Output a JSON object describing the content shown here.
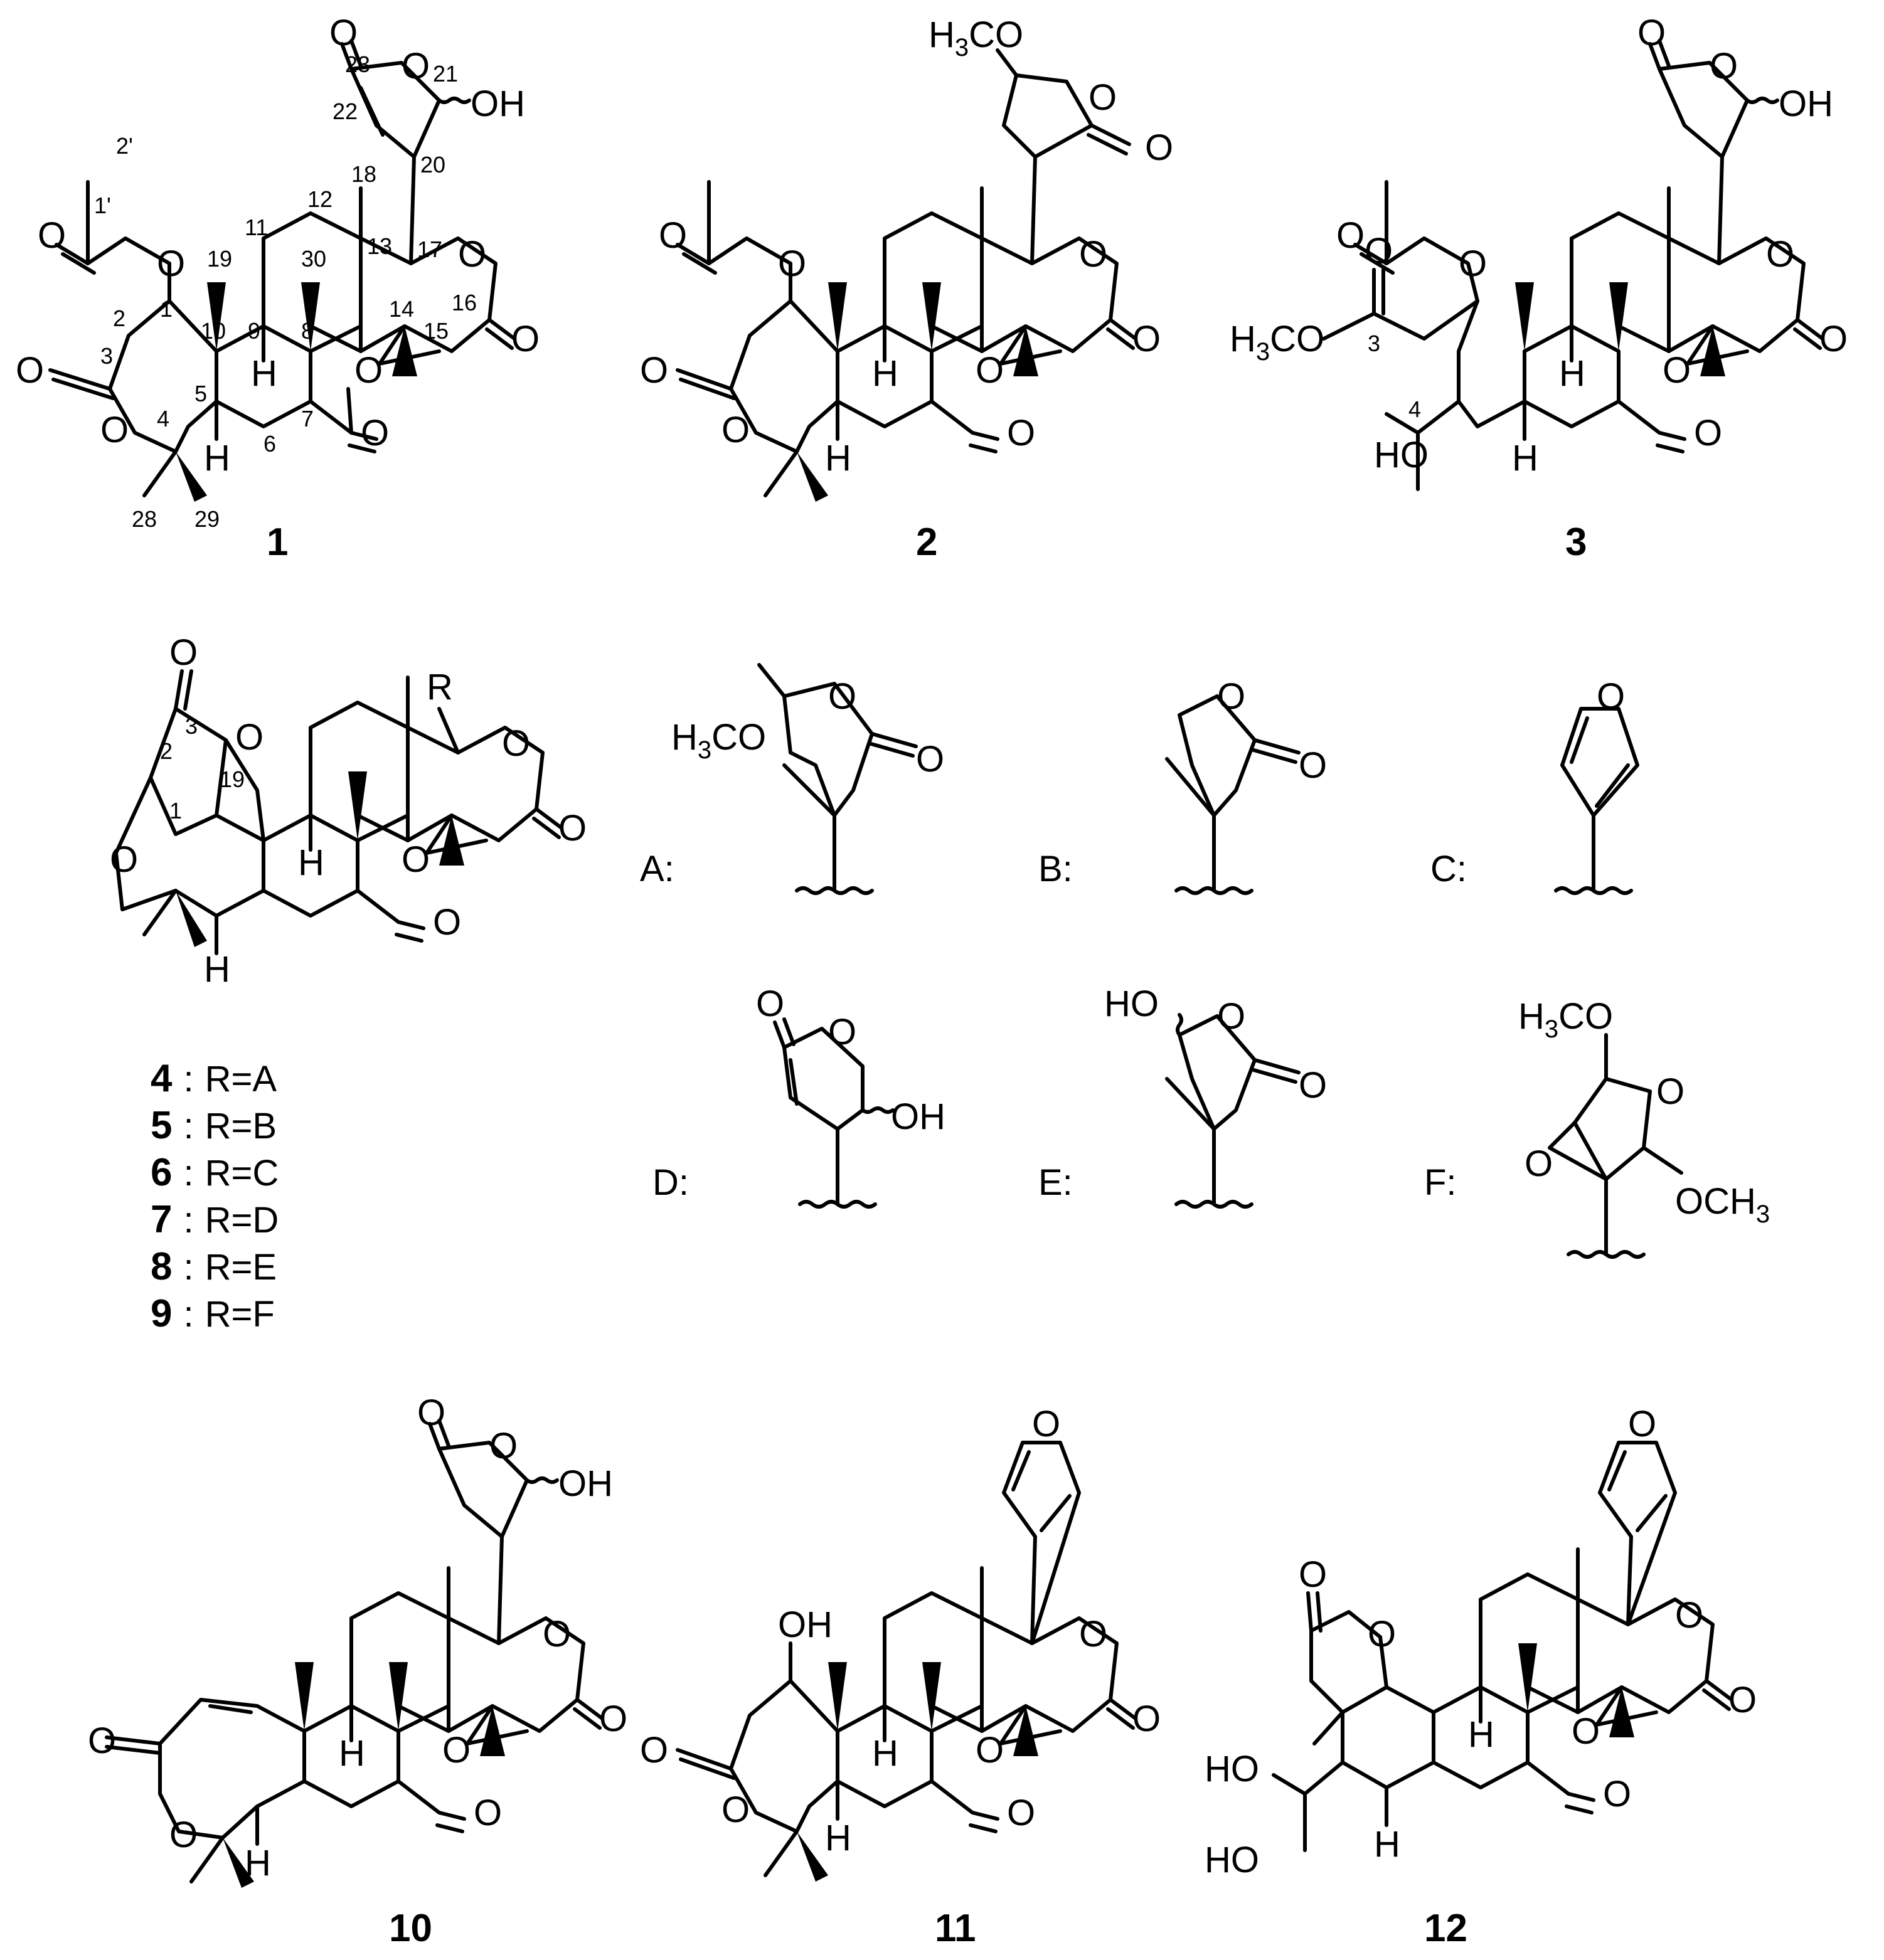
{
  "compounds": [
    {
      "id": "1"
    },
    {
      "id": "2"
    },
    {
      "id": "3"
    },
    {
      "id": "10"
    },
    {
      "id": "11"
    },
    {
      "id": "12"
    }
  ],
  "series_4_9": {
    "entries": [
      {
        "id": "4",
        "sep": ":",
        "assign": "R=A"
      },
      {
        "id": "5",
        "sep": ":",
        "assign": "R=B"
      },
      {
        "id": "6",
        "sep": ":",
        "assign": "R=C"
      },
      {
        "id": "7",
        "sep": ":",
        "assign": "R=D"
      },
      {
        "id": "8",
        "sep": ":",
        "assign": "R=E"
      },
      {
        "id": "9",
        "sep": ":",
        "assign": "R=F"
      }
    ],
    "r_label": "R"
  },
  "substituents": [
    {
      "label": "A:"
    },
    {
      "label": "B:"
    },
    {
      "label": "C:"
    },
    {
      "label": "D:"
    },
    {
      "label": "E:"
    },
    {
      "label": "F:"
    }
  ],
  "atoms": {
    "O": "O",
    "H": "H",
    "OH": "OH",
    "HO": "HO",
    "H3CO_main": "H",
    "H3CO_sub": "3",
    "H3CO_tail": "CO",
    "OCH3_head": "OCH",
    "OCH3_sub": "3"
  },
  "compound1_numbering": [
    "2'",
    "1'",
    "19",
    "1",
    "2",
    "3",
    "4",
    "5",
    "6",
    "7",
    "8",
    "9",
    "10",
    "11",
    "12",
    "13",
    "14",
    "15",
    "16",
    "17",
    "18",
    "20",
    "21",
    "22",
    "23",
    "28",
    "29",
    "30"
  ],
  "compound3_numbering": [
    "3",
    "4"
  ],
  "compound4_numbering": [
    "1",
    "2",
    "3",
    "19"
  ]
}
